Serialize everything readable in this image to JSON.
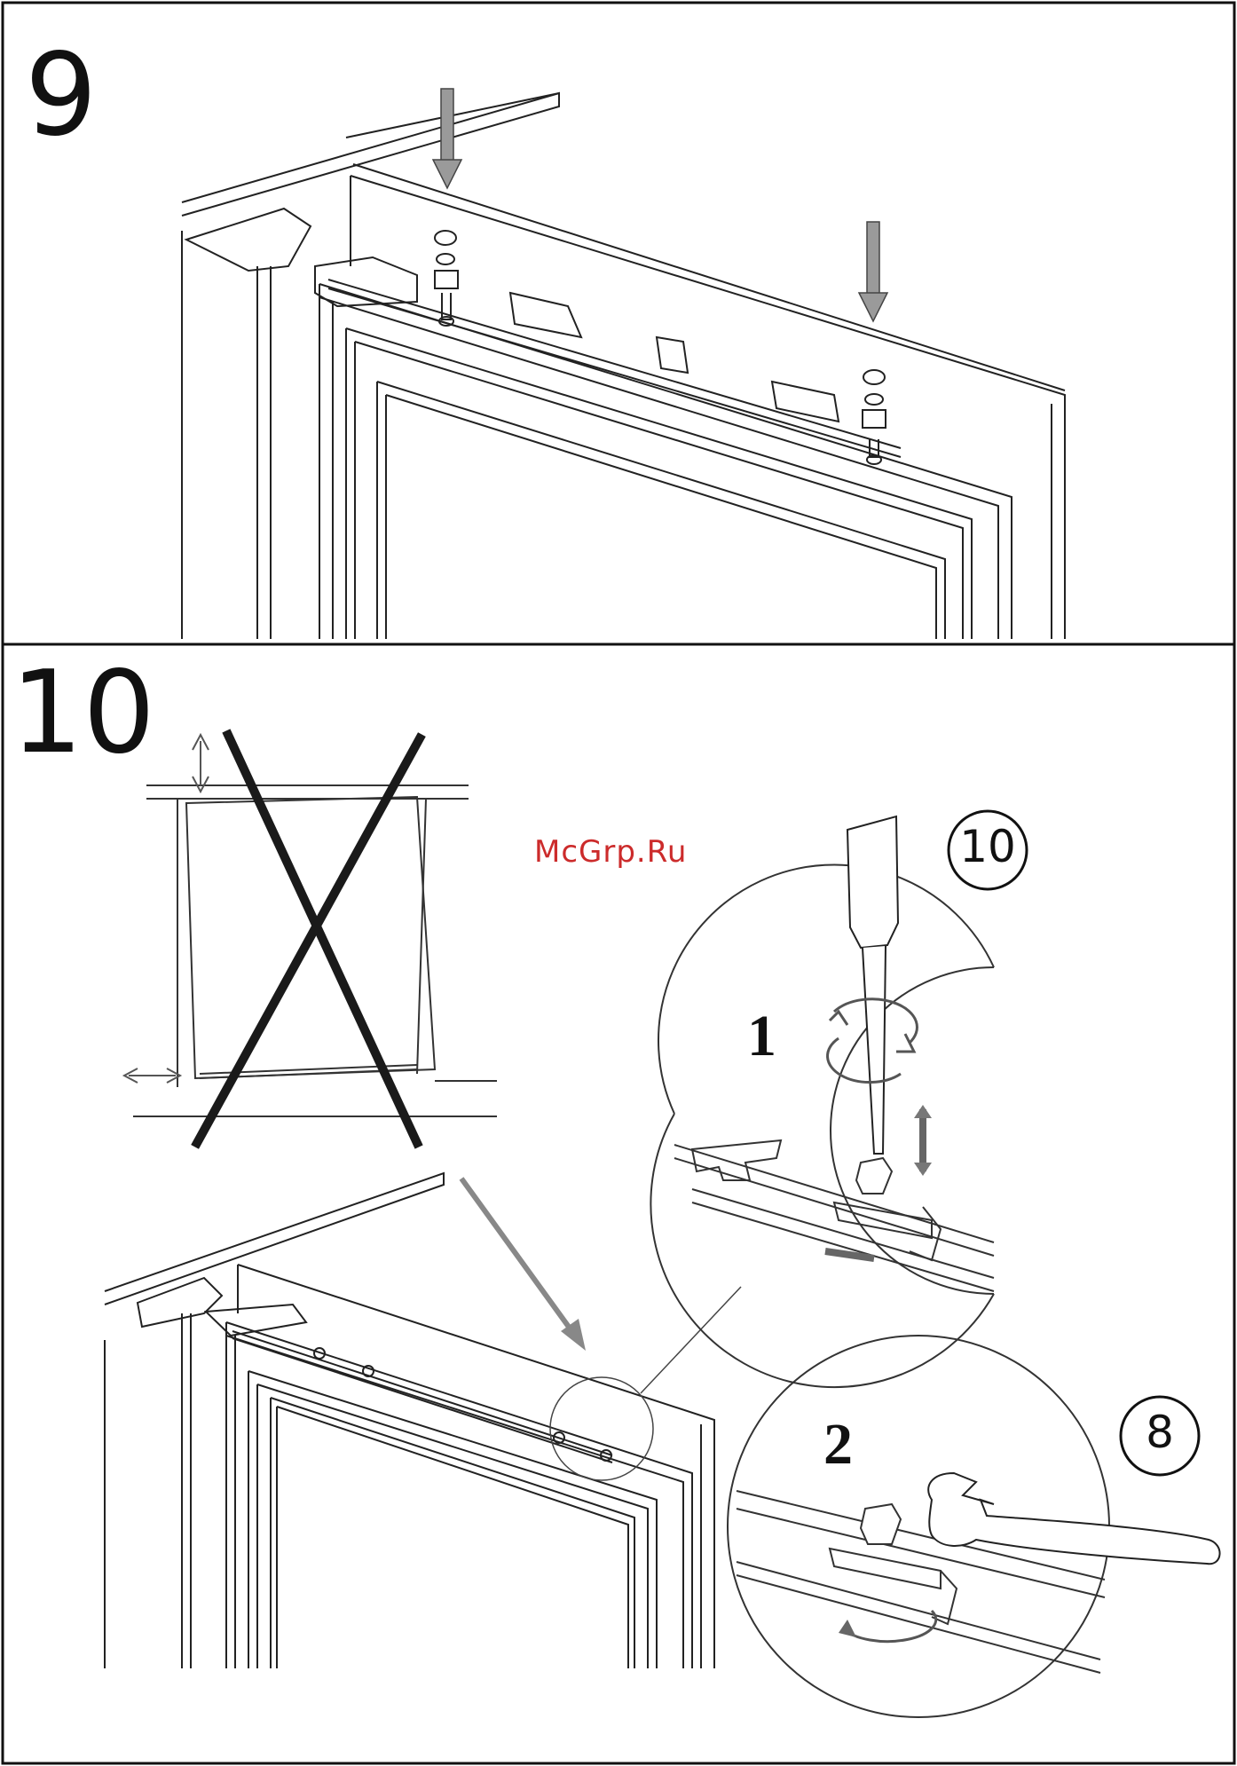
{
  "panels": [
    {
      "step_label": "9"
    },
    {
      "step_label": "10"
    }
  ],
  "watermark": "McGrp.Ru",
  "details": [
    {
      "badge": "10",
      "sub_step": "1",
      "tool": "screwdriver-icon"
    },
    {
      "badge": "8",
      "sub_step": "2",
      "tool": "wrench-icon"
    }
  ],
  "colors": {
    "line": "#222222",
    "arrow": "#8a8a8a",
    "cross": "#1a1a1a",
    "watermark": "#cc2b2b"
  }
}
